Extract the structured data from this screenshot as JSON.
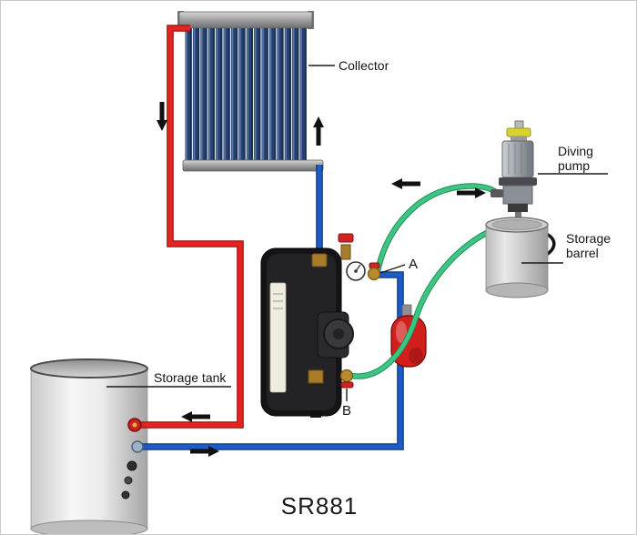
{
  "diagram": {
    "model_label": "SR881",
    "labels": {
      "collector": "Collector",
      "diving_pump": [
        "Diving",
        "pump"
      ],
      "storage_barrel": [
        "Storage",
        "barrel"
      ],
      "storage_tank": "Storage tank",
      "point_a": "A",
      "point_b": "B"
    },
    "colors": {
      "hot_pipe": "#e62320",
      "cold_pipe": "#1e5bc6",
      "transfer_tube": "#3fc583",
      "expansion_vessel": "#d21f1c",
      "arrow": "#111111"
    }
  }
}
